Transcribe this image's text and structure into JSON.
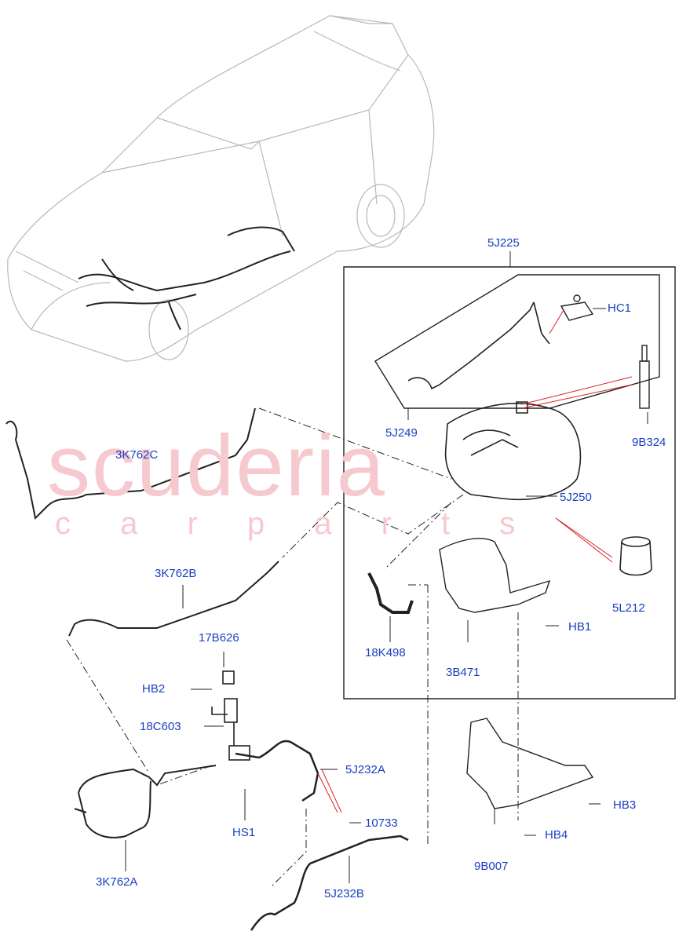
{
  "watermark": {
    "brand": "scuderia",
    "tagline": "c a r   p a r t s",
    "color": "#f6c9cf"
  },
  "label_color": "#1a3fbf",
  "labels": {
    "l_5J225": "5J225",
    "l_HC1": "HC1",
    "l_9B324": "9B324",
    "l_5J249": "5J249",
    "l_5J250": "5J250",
    "l_3K762C": "3K762C",
    "l_5L212": "5L212",
    "l_3K762B": "3K762B",
    "l_HB1": "HB1",
    "l_17B626": "17B626",
    "l_18K498": "18K498",
    "l_3B471": "3B471",
    "l_HB2": "HB2",
    "l_18C603": "18C603",
    "l_5J232A": "5J232A",
    "l_HB3": "HB3",
    "l_HS1": "HS1",
    "l_10733": "10733",
    "l_HB4": "HB4",
    "l_3K762A": "3K762A",
    "l_9B007": "9B007",
    "l_5J232B": "5J232B"
  }
}
